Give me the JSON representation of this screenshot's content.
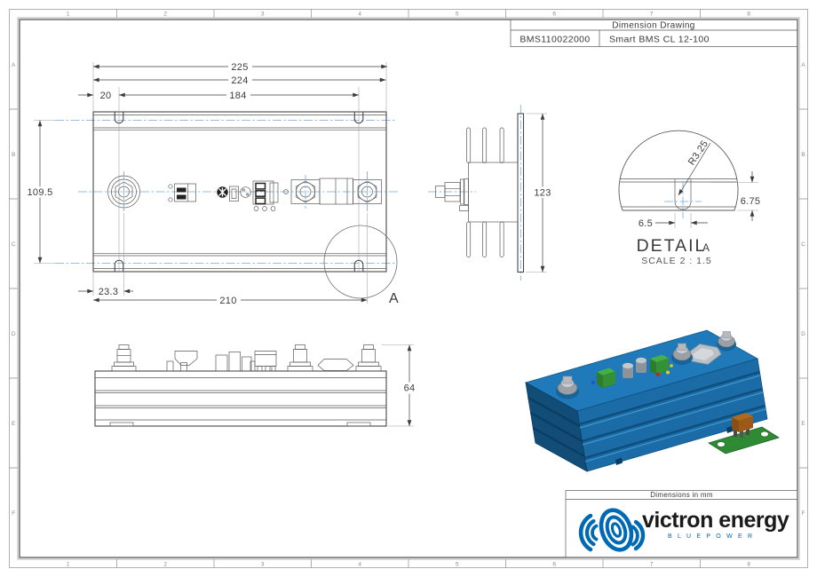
{
  "grid": {
    "cols": [
      "1",
      "2",
      "3",
      "4",
      "5",
      "6",
      "7",
      "8"
    ],
    "rows": [
      "A",
      "B",
      "C",
      "D",
      "E",
      "F"
    ]
  },
  "title_block": {
    "title": "Dimension Drawing",
    "part_number": "BMS110022000",
    "product_name": "Smart BMS CL 12-100"
  },
  "top_view": {
    "dim_total_width": "225",
    "dim_body_width": "224",
    "dim_slot_spacing": "184",
    "dim_slot_offset": "20",
    "dim_height": "109.5",
    "dim_bolt_offset": "23.3",
    "dim_bolt_spacing": "210",
    "detail_marker": "A"
  },
  "side_view": {
    "dim_height": "123"
  },
  "front_view": {
    "dim_height": "64"
  },
  "detail_view": {
    "dim_radius": "R3.25",
    "dim_slot_width": "6.5",
    "dim_slot_depth": "6.75",
    "label": "DETAIL",
    "label_suffix": "A",
    "scale": "SCALE 2 : 1.5"
  },
  "footer": {
    "units_note": "Dimensions in mm",
    "brand": "victron energy",
    "tagline": "B L U E   P O W E R"
  },
  "colors": {
    "accent_blue": "#0069b4",
    "device_blue_top": "#2079b8",
    "device_blue_front": "#1b6ca6",
    "device_blue_side": "#114d77",
    "centerline_blue": "#74a9d8",
    "pcb_green": "#2e8b33",
    "line_dark": "#3c3c3c"
  }
}
